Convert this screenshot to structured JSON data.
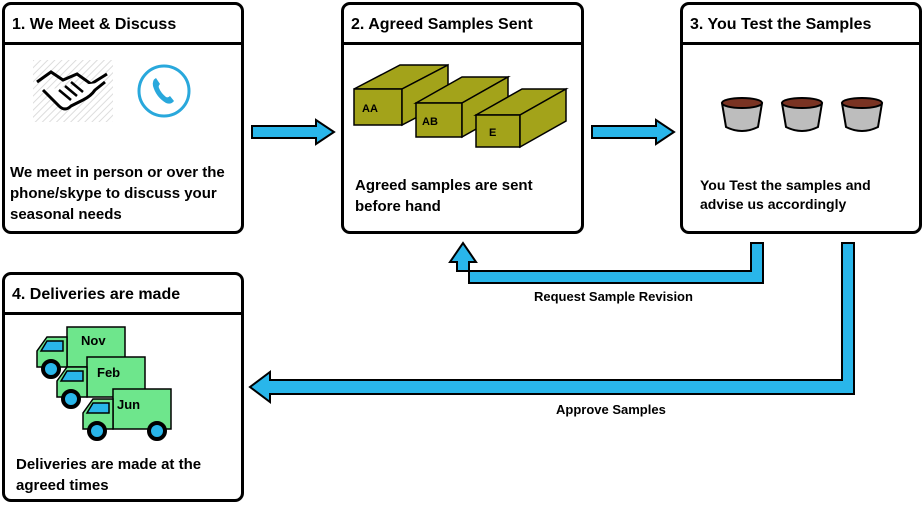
{
  "steps": [
    {
      "title": "1. We Meet & Discuss",
      "text": "We meet in person or over the phone/skype to discuss your seasonal needs"
    },
    {
      "title": "2. Agreed Samples Sent",
      "text": "Agreed samples are sent before hand"
    },
    {
      "title": "3. You Test the Samples",
      "text": "You Test the samples and advise us accordingly"
    },
    {
      "title": "4. Deliveries are made",
      "text": "Deliveries are made at the agreed times"
    }
  ],
  "boxes": [
    "AA",
    "AB",
    "E"
  ],
  "trucks": [
    "Nov",
    "Feb",
    "Jun"
  ],
  "flows": {
    "revision": "Request Sample Revision",
    "approve": "Approve Samples"
  },
  "colors": {
    "arrow": "#29b6ea",
    "box": "#a3a31a",
    "truck": "#6ee68c",
    "phone": "#29a8dc",
    "tea": "#7a3322"
  }
}
